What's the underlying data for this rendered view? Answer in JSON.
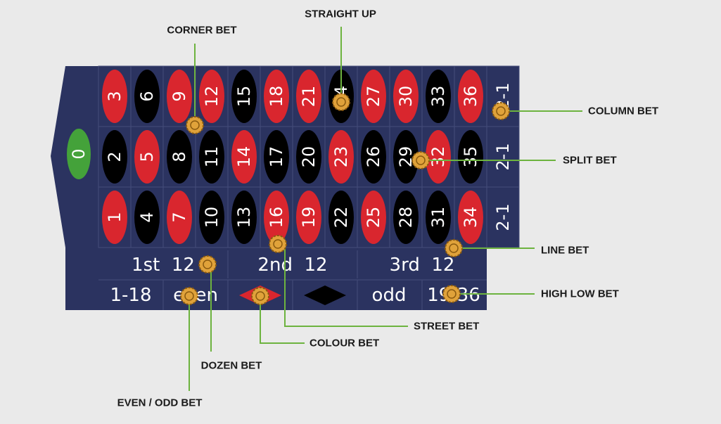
{
  "colors": {
    "background": "#eaeaea",
    "table": "#2b3360",
    "grid_line": "#454d7a",
    "red": "#d9262e",
    "black": "#000000",
    "green": "#44a23a",
    "chip": "#e0a23a",
    "chip_edge": "#8a5a10",
    "leader": "#6db33f"
  },
  "zero": {
    "label": "0"
  },
  "numbers": [
    {
      "label": "3",
      "color": "red"
    },
    {
      "label": "6",
      "color": "black"
    },
    {
      "label": "9",
      "color": "red"
    },
    {
      "label": "12",
      "color": "red"
    },
    {
      "label": "15",
      "color": "black"
    },
    {
      "label": "18",
      "color": "red"
    },
    {
      "label": "21",
      "color": "red"
    },
    {
      "label": "24",
      "color": "black"
    },
    {
      "label": "27",
      "color": "red"
    },
    {
      "label": "30",
      "color": "red"
    },
    {
      "label": "33",
      "color": "black"
    },
    {
      "label": "36",
      "color": "red"
    },
    {
      "label": "2",
      "color": "black"
    },
    {
      "label": "5",
      "color": "red"
    },
    {
      "label": "8",
      "color": "black"
    },
    {
      "label": "11",
      "color": "black"
    },
    {
      "label": "14",
      "color": "red"
    },
    {
      "label": "17",
      "color": "black"
    },
    {
      "label": "20",
      "color": "black"
    },
    {
      "label": "23",
      "color": "red"
    },
    {
      "label": "26",
      "color": "black"
    },
    {
      "label": "29",
      "color": "black"
    },
    {
      "label": "32",
      "color": "red"
    },
    {
      "label": "35",
      "color": "black"
    },
    {
      "label": "1",
      "color": "red"
    },
    {
      "label": "4",
      "color": "black"
    },
    {
      "label": "7",
      "color": "red"
    },
    {
      "label": "10",
      "color": "black"
    },
    {
      "label": "13",
      "color": "black"
    },
    {
      "label": "16",
      "color": "red"
    },
    {
      "label": "19",
      "color": "red"
    },
    {
      "label": "22",
      "color": "black"
    },
    {
      "label": "25",
      "color": "red"
    },
    {
      "label": "28",
      "color": "black"
    },
    {
      "label": "31",
      "color": "black"
    },
    {
      "label": "34",
      "color": "red"
    }
  ],
  "columns": [
    "2-1",
    "2-1",
    "2-1"
  ],
  "dozens": [
    "1st  12",
    "2nd  12",
    "3rd  12"
  ],
  "outside": {
    "low": "1-18",
    "even": "even",
    "red_icon": "red-diamond-icon",
    "black_icon": "black-diamond-icon",
    "odd": "odd",
    "high": "19-36"
  },
  "labels": {
    "straight_up": "STRAIGHT UP",
    "corner": "CORNER BET",
    "column": "COLUMN BET",
    "split": "SPLIT BET",
    "line": "LINE BET",
    "high_low": "HIGH LOW BET",
    "street": "STREET BET",
    "colour": "COLOUR BET",
    "dozen": "DOZEN BET",
    "even_odd": "EVEN / ODD BET"
  }
}
